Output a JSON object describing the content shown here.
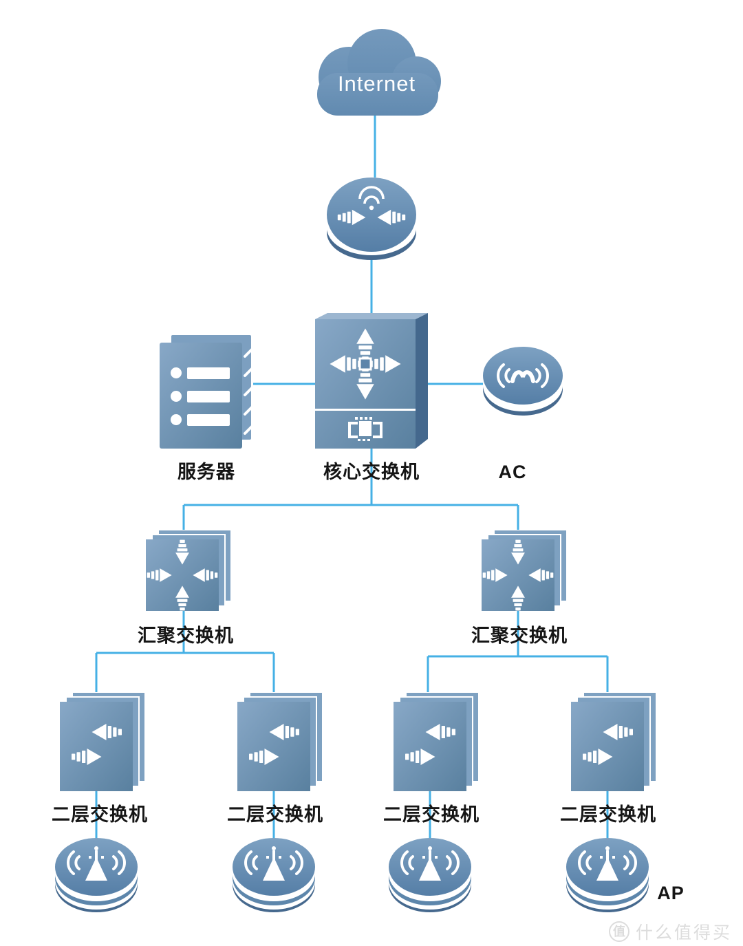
{
  "diagram": {
    "internet_label": "Internet",
    "server_label": "服务器",
    "core_switch_label": "核心交换机",
    "ac_label": "AC",
    "aggregation_labels": [
      "汇聚交换机",
      "汇聚交换机"
    ],
    "l2_labels": [
      "二层交换机",
      "二层交换机",
      "二层交换机",
      "二层交换机"
    ],
    "ap_label": "AP"
  },
  "watermark": {
    "badge": "值",
    "text": "什么值得买"
  },
  "colors": {
    "node_fill_light": "#87a7c6",
    "node_fill_dark": "#5c84a9",
    "node_side": "#46698e",
    "connector": "#45b0e5",
    "label_text": "#151515",
    "watermark": "#dcdcdc"
  }
}
